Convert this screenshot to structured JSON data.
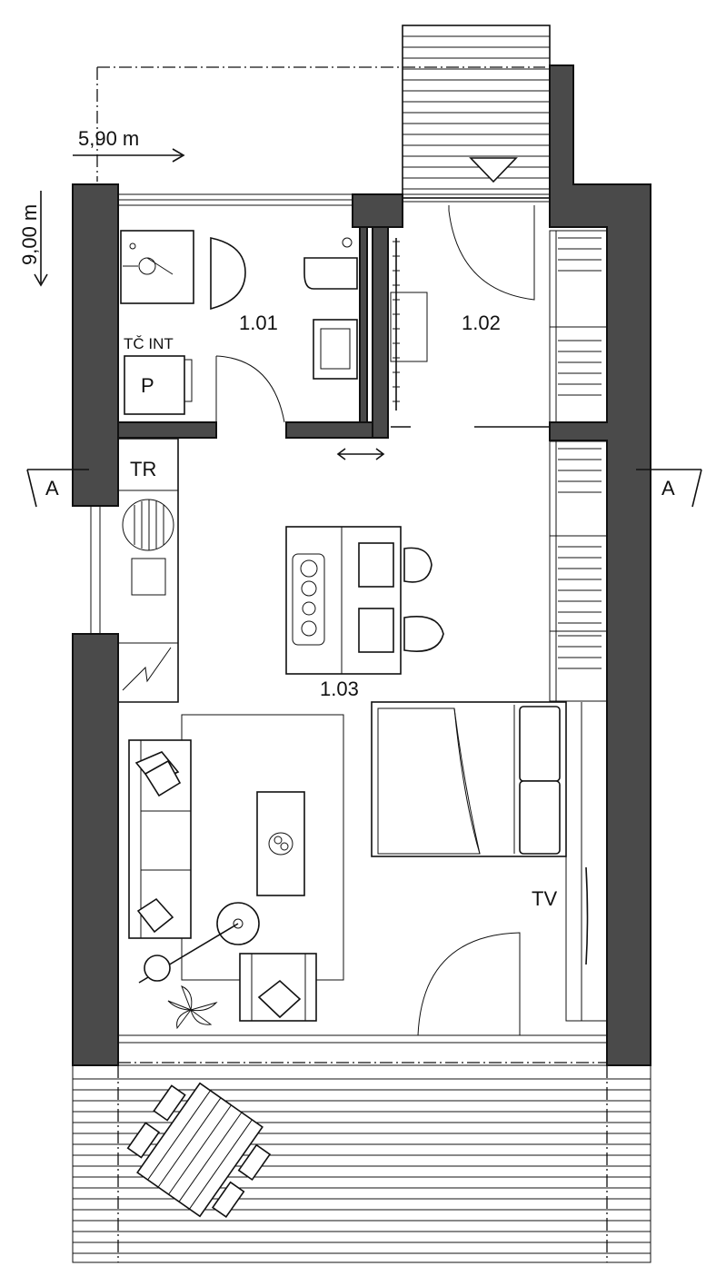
{
  "dimensions": {
    "width_label": "5,90 m",
    "depth_label": "9,00 m"
  },
  "rooms": [
    {
      "id": "room-1-01",
      "label": "1.01"
    },
    {
      "id": "room-1-02",
      "label": "1.02"
    },
    {
      "id": "room-1-03",
      "label": "1.03"
    }
  ],
  "fixtures": {
    "heat_pump_label": "TČ INT",
    "p_label": "P",
    "tr_label": "TR",
    "tv_label": "TV"
  },
  "section_markers": {
    "left": "A",
    "right": "A"
  },
  "colors": {
    "wall": "#4a4a4a",
    "line": "#111111",
    "background": "#ffffff"
  }
}
